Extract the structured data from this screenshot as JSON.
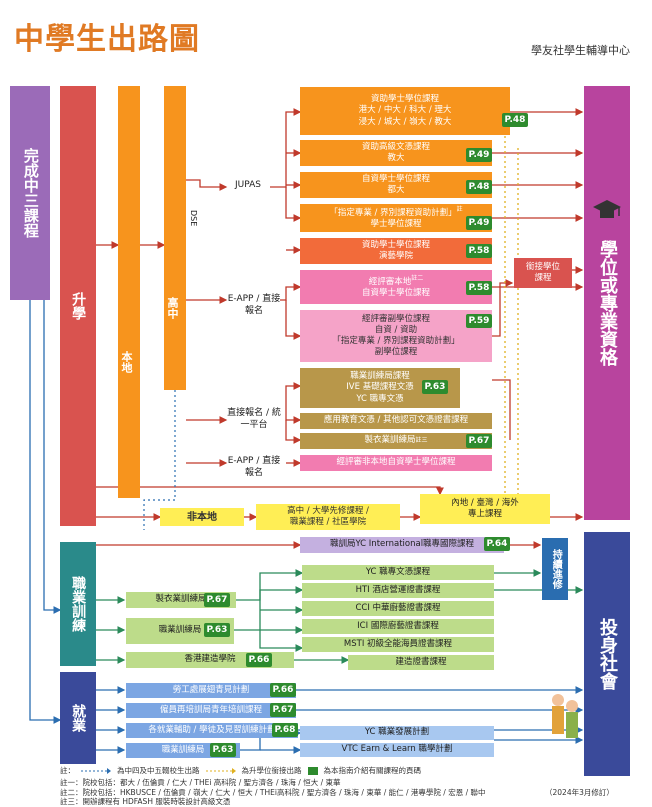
{
  "header": {
    "title": "中學生出路圖",
    "org": "學友社學生輔導中心"
  },
  "columns": {
    "complete": "完成中三課程",
    "further": "升學",
    "local": "本地",
    "senior": "高中",
    "dse": "DSE",
    "nonlocal": "非本地",
    "vocational": "職業訓練",
    "employment": "就業",
    "degree": "學位或專業資格",
    "career": "投身社會"
  },
  "routes": {
    "jupas": "JUPAS",
    "eapp1": "E-APP / 直接報名",
    "direct_unified": "直接報名 / 統一平台",
    "eapp2": "E-APP / 直接報名"
  },
  "boxes": {
    "b1": {
      "l1": "資助學士學位課程",
      "l2": "港大 / 中大 / 科大 / 理大",
      "l3": "浸大 / 城大 / 嶺大 / 教大",
      "tag": "P.48"
    },
    "b2": {
      "l1": "資助高級文憑課程",
      "l2": "教大",
      "tag": "P.49"
    },
    "b3": {
      "l1": "自資學士學位課程",
      "l2": "都大",
      "tag": "P.48"
    },
    "b4": {
      "l1": "「指定專業 / 界別課程資助計劃」",
      "l1b": "註",
      "l2": "學士學位課程",
      "tag": "P.49"
    },
    "b5": {
      "l1": "資助學士學位課程",
      "l2": "演藝學院",
      "tag": "P.58"
    },
    "b6": {
      "l1": "經評審本地",
      "l1b": "註二",
      "l2": "自資學士學位課程",
      "tag": "P.58"
    },
    "b7": {
      "l1": "經評審副學位課程",
      "l2": "自資 / 資助",
      "l3": "「指定專業 / 界別課程資助計劃」",
      "l4": "副學位課程",
      "tag": "P.59"
    },
    "b8": {
      "l1": "職業訓練局課程",
      "l2": "IVE 基礎課程文憑",
      "l3": "YC 職專文憑",
      "tag": "P.63"
    },
    "b9": {
      "l1": "應用教育文憑 / 其他認可文憑證書課程"
    },
    "b10": {
      "l1": "製衣業訓練局",
      "l1b": "註三",
      "tag": "P.67"
    },
    "b11": {
      "l1": "經評審非本地自資學士學位課程"
    },
    "bridge": {
      "l1": "銜接學位",
      "l2": "課程"
    },
    "overseas": {
      "l1": "內地 / 臺灣 / 海外",
      "l2": "專上課程"
    },
    "nonlocal_box": {
      "l1": "高中 / 大學先修課程 /",
      "l2": "職業課程 / 社區學院"
    },
    "vtc_intl": {
      "l1": "職訓局YC International職專國際課程",
      "tag": "P.64"
    },
    "continue": "持續進修"
  },
  "vocational": {
    "clothing": {
      "label": "製衣業訓練局",
      "tag": "P.67"
    },
    "vtc": {
      "label": "職業訓練局",
      "tag": "P.63"
    },
    "cic": {
      "label": "香港建造學院",
      "tag": "P.66"
    },
    "yc": "YC 職專文憑課程",
    "hti": "HTI 酒店營運證書課程",
    "cci": "CCI 中華廚藝證書課程",
    "ici": "ICI 國際廚藝證書課程",
    "msti": "MSTI 初級全能海員證書課程",
    "build": "建造證書課程"
  },
  "employment": {
    "labour": {
      "label": "勞工處展翅青見計劃",
      "tag": "P.66"
    },
    "employee": {
      "label": "僱員再培訓局青年培訓課程",
      "tag": "P.67"
    },
    "industries": {
      "label": "各就業輔助 / 學徒及見習訓練計劃",
      "tag": "P.68"
    },
    "vtc": {
      "label": "職業訓練局",
      "tag": "P.63"
    },
    "ycdev": "YC 職業發展計劃",
    "vtcearn": "VTC Earn & Learn 職學計劃"
  },
  "legend": {
    "prefix": "註：",
    "blue": "為中四及中五輟校生出路",
    "yellow": "為升學位銜接出路",
    "green": "為本指南介紹有關課程的頁碼"
  },
  "notes": {
    "n1": "註一：院校包括：都大 / 伍倫貢 / 仁大 / THEi 高科院 / 聖方濟各 / 珠海 / 恒大 / 東華",
    "n2": "註二：院校包括：HKBUSCE / 伍倫貢 / 嶺大 / 仁大 / 恒大 / THEi高科院 / 聖方濟各 / 珠海 / 東華 / 能仁 / 港專學院 / 宏恩 / 聯中",
    "n3": "註三：開辦課程有 HDFASH 服裝時裝設計高級文憑",
    "date": "（2024年3月修訂）"
  },
  "colors": {
    "title": "#e07a24",
    "purple": "#9b6bb8",
    "red": "#d9534f",
    "orange": "#f7941d",
    "teal": "#2a8a8a",
    "navy": "#3a4a9a",
    "green": "#2e8b2e"
  }
}
